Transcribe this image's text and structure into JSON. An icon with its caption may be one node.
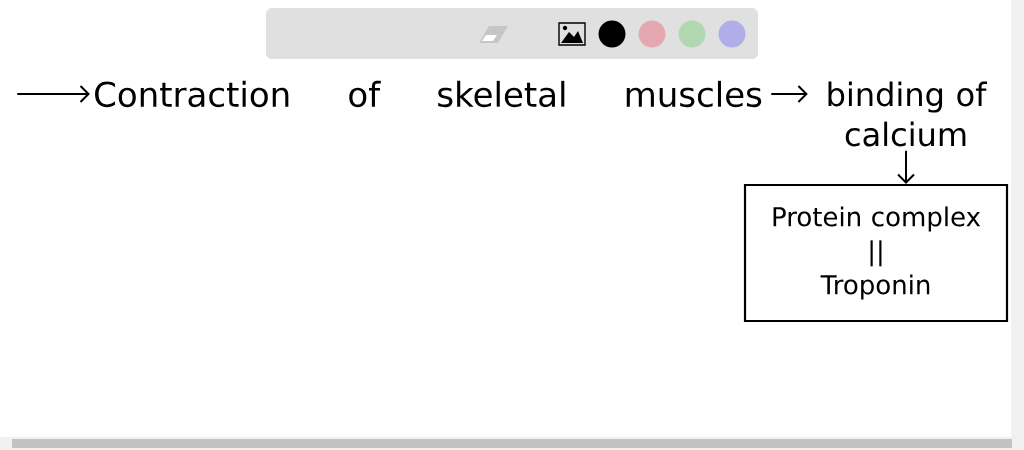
{
  "diagram": {
    "nodes": [
      {
        "text": [
          "Contraction of skeletal muscles"
        ]
      },
      {
        "text": [
          "binding of calcium"
        ]
      },
      {
        "text": [
          "Protein complex",
          "||",
          "Troponin"
        ]
      }
    ],
    "edges": [
      {
        "from": null,
        "to": 0,
        "arrow": "to"
      },
      {
        "from": 0,
        "to": 1,
        "arrow": "to"
      },
      {
        "from": 1,
        "to": 2,
        "arrow": "to"
      }
    ]
  }
}
